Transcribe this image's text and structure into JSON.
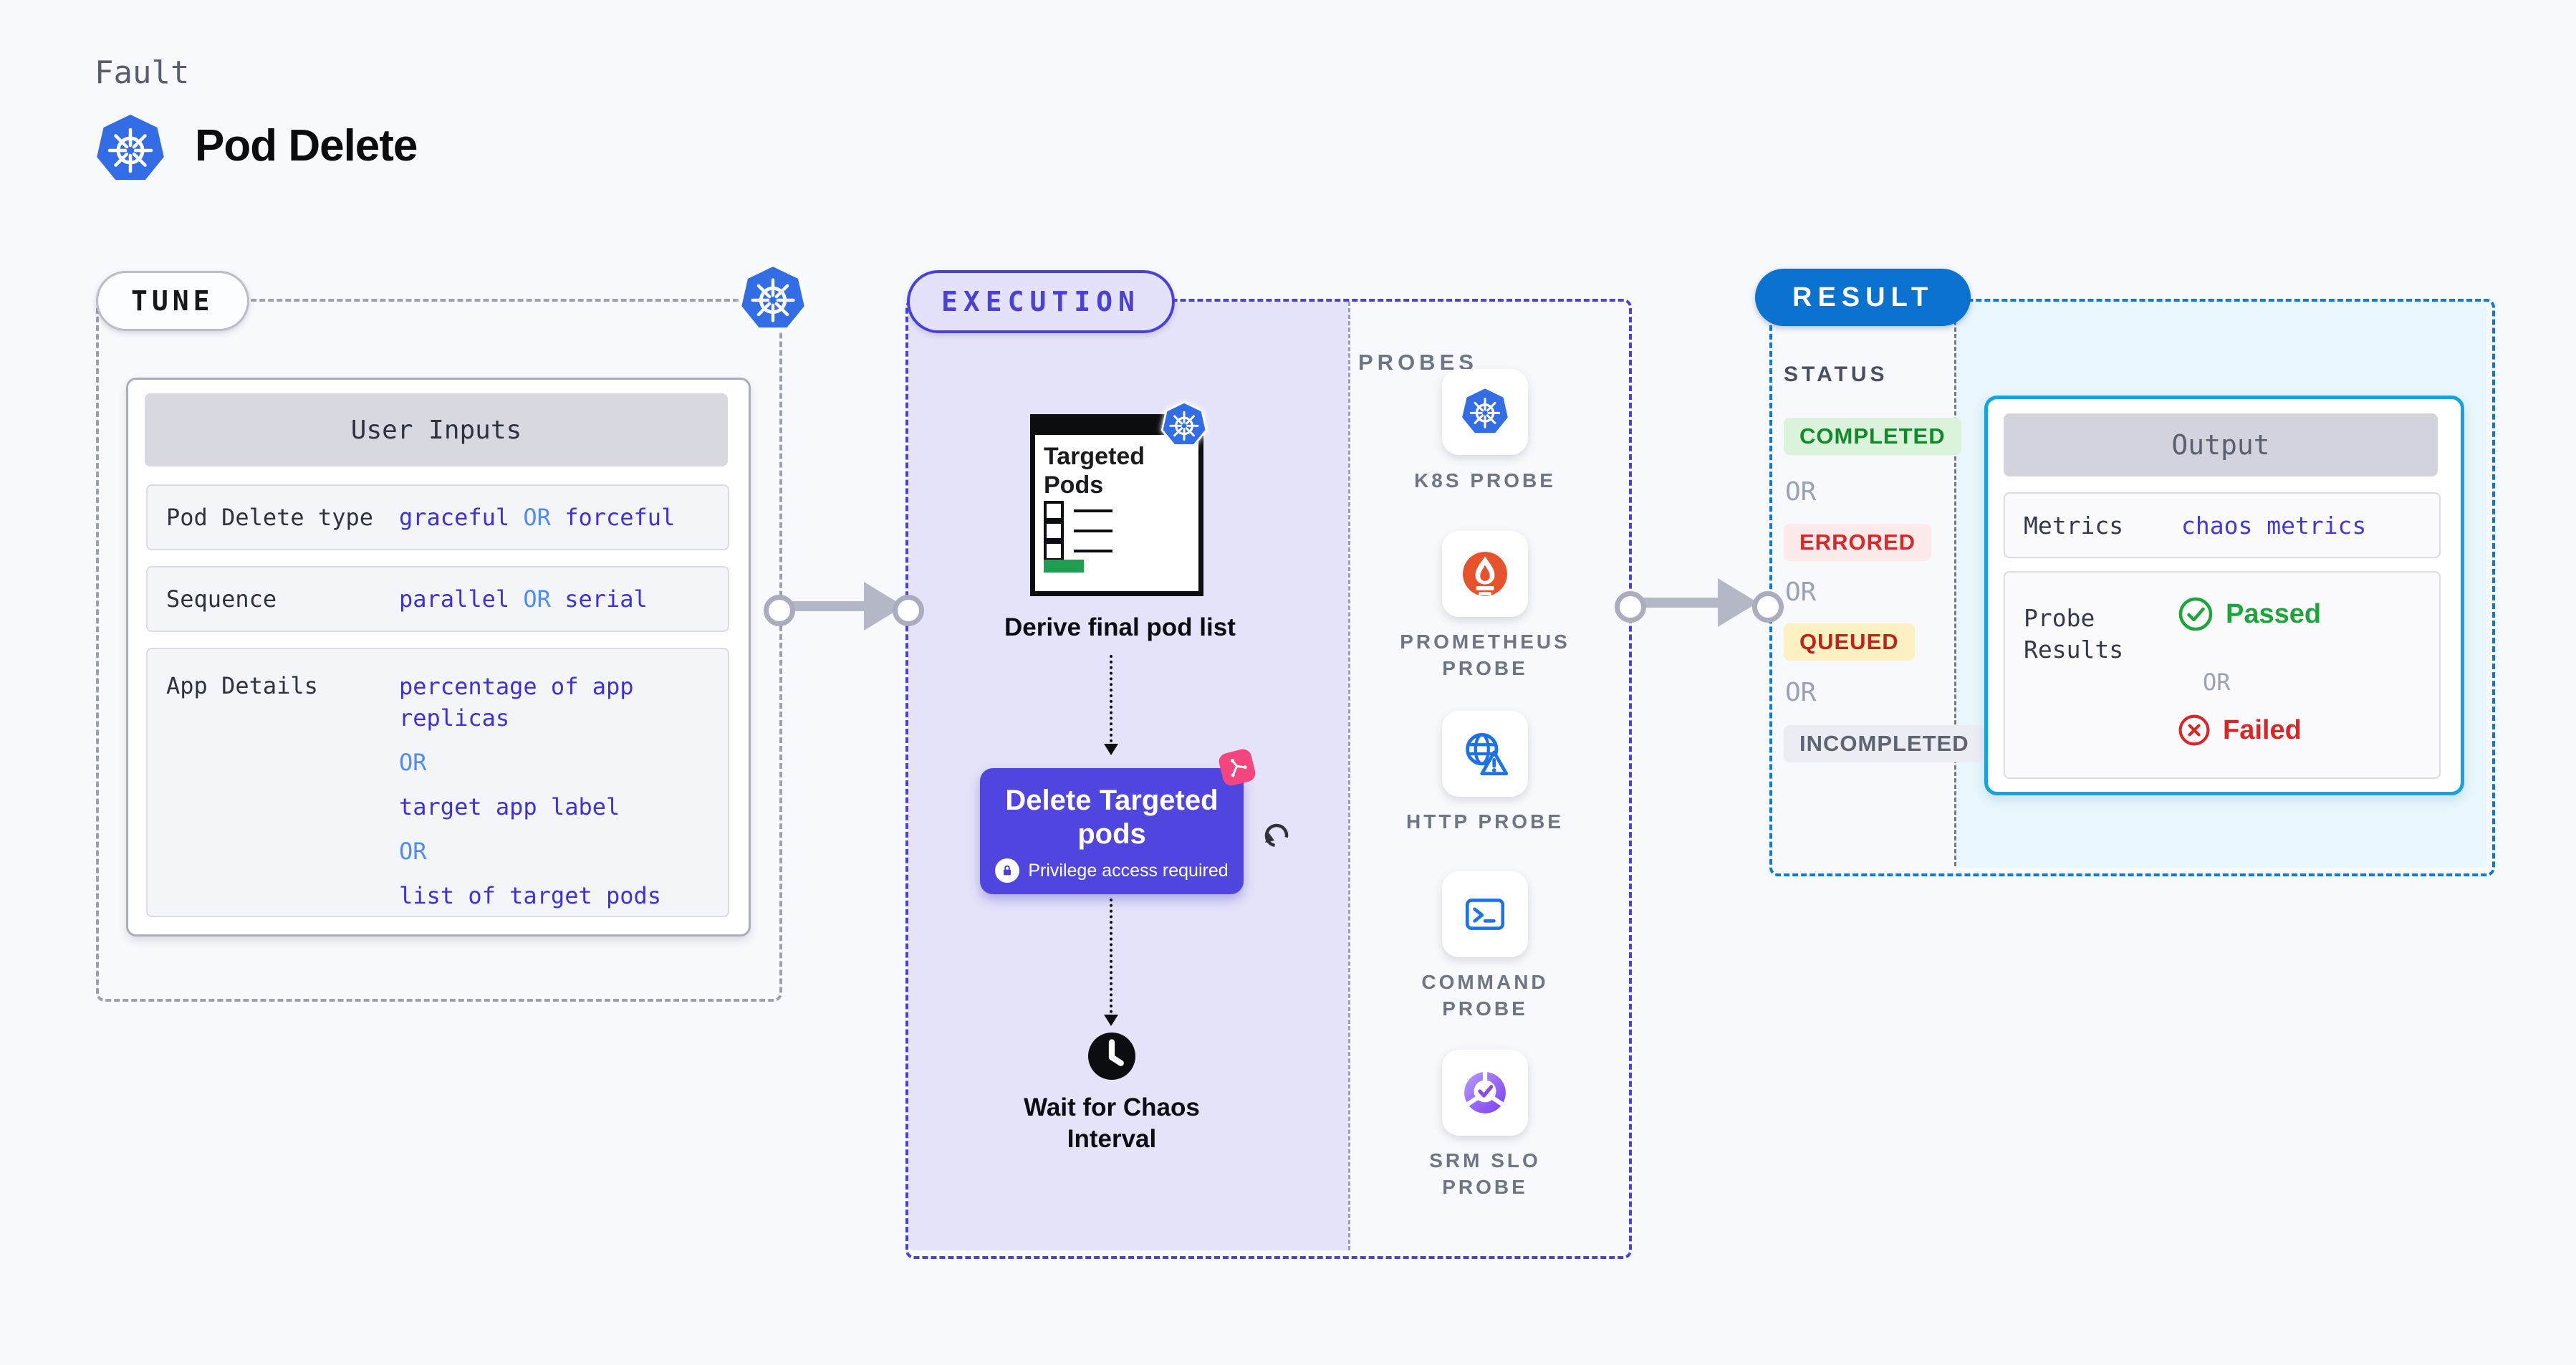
{
  "header": {
    "kicker": "Fault",
    "title": "Pod Delete"
  },
  "tune": {
    "badge": "TUNE",
    "panel_title": "User Inputs",
    "rows": [
      {
        "label": "Pod Delete type",
        "v1": "graceful",
        "or1": "OR",
        "v2": "forceful"
      },
      {
        "label": "Sequence",
        "v1": "parallel",
        "or1": "OR",
        "v2": "serial"
      },
      {
        "label": "App Details",
        "v1": "percentage of app replicas",
        "or1": "OR",
        "v2": "target app label",
        "or2": "OR",
        "v3": "list of target pods"
      }
    ]
  },
  "execution": {
    "badge": "EXECUTION",
    "targeted_pods": "Targeted Pods",
    "derive_label": "Derive final pod list",
    "delete_button": {
      "title": "Delete Targeted pods",
      "note": "Privilege access required"
    },
    "wait_label": "Wait for Chaos Interval",
    "probes_title": "PROBES",
    "probes": [
      {
        "label": "K8S PROBE",
        "icon": "kubernetes-icon"
      },
      {
        "label": "PROMETHEUS PROBE",
        "icon": "prometheus-icon"
      },
      {
        "label": "HTTP PROBE",
        "icon": "http-globe-warning-icon"
      },
      {
        "label": "COMMAND PROBE",
        "icon": "terminal-icon"
      },
      {
        "label": "SRM SLO PROBE",
        "icon": "slo-donut-check-icon"
      }
    ]
  },
  "result": {
    "badge": "RESULT",
    "status_title": "STATUS",
    "or": "OR",
    "statuses": [
      {
        "label": "COMPLETED"
      },
      {
        "label": "ERRORED"
      },
      {
        "label": "QUEUED"
      },
      {
        "label": "INCOMPLETED"
      }
    ],
    "output": {
      "title": "Output",
      "metrics_label": "Metrics",
      "metrics_value": "chaos metrics",
      "probe_results_label": "Probe Results",
      "passed": "Passed",
      "or": "OR",
      "failed": "Failed"
    }
  },
  "colors": {
    "page_bg": "#f8f9fc",
    "k8s_blue": "#326de6",
    "tune_dash": "#9aa1ad",
    "exec_accent": "#4b40d8",
    "exec_fill": "#e5e3f9",
    "value_indigo": "#3d31d9",
    "or_blue": "#4f8cf7",
    "result_blue": "#0b73cf",
    "result_fill": "#e9f6fb",
    "output_border": "#14a3dc",
    "delete_button": "#5145e0",
    "chaos_pink": "#f5457e",
    "prometheus_orange": "#e6522c",
    "probe_blue": "#1d72e8",
    "srm_purple": "#7b3bee",
    "green_bar": "#1e9e50",
    "passed_green": "#1da53c",
    "failed_red": "#d92626",
    "completed_bg": "#daf3da",
    "completed_text": "#13892b",
    "errored_bg": "#fdeaea",
    "errored_text": "#d32a2a",
    "queued_bg": "#fdf1c4",
    "queued_text": "#bf2418",
    "incompleted_bg": "#ebedf3",
    "incompleted_text": "#5d6474"
  }
}
